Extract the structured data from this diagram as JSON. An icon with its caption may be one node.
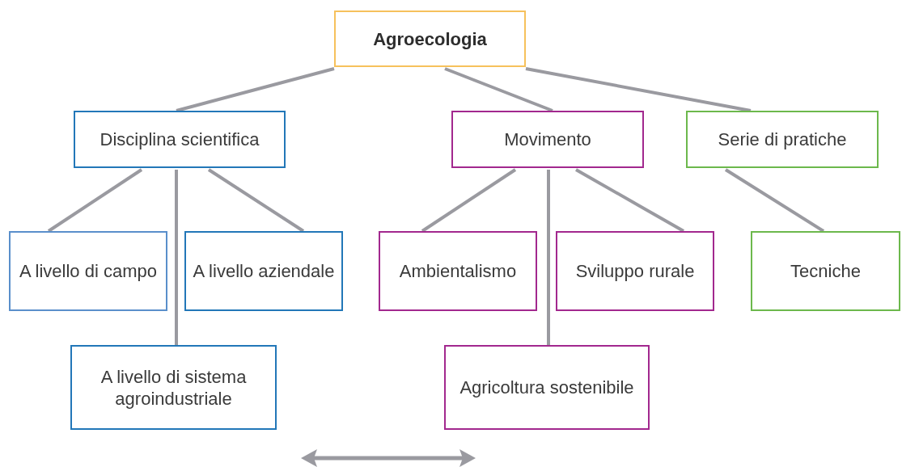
{
  "diagram": {
    "nodes": [
      {
        "text": [
          "Agroecologia"
        ]
      },
      {
        "text": [
          "Disciplina scientifica"
        ]
      },
      {
        "text": [
          "Movimento"
        ]
      },
      {
        "text": [
          "Serie di pratiche"
        ]
      },
      {
        "text": [
          "A livello di campo"
        ]
      },
      {
        "text": [
          "A livello aziendale"
        ]
      },
      {
        "text": [
          "A livello di sistema agroindustriale"
        ]
      },
      {
        "text": [
          "Ambientalismo"
        ]
      },
      {
        "text": [
          "Sviluppo rurale"
        ]
      },
      {
        "text": [
          "Agricoltura sostenibile"
        ]
      },
      {
        "text": [
          "Tecniche"
        ]
      }
    ],
    "edges": [
      {
        "from": 0,
        "to": 1,
        "arrow": "none"
      },
      {
        "from": 0,
        "to": 2,
        "arrow": "none"
      },
      {
        "from": 0,
        "to": 3,
        "arrow": "none"
      },
      {
        "from": 1,
        "to": 4,
        "arrow": "none"
      },
      {
        "from": 1,
        "to": 5,
        "arrow": "none"
      },
      {
        "from": 1,
        "to": 6,
        "arrow": "none"
      },
      {
        "from": 2,
        "to": 7,
        "arrow": "none"
      },
      {
        "from": 2,
        "to": 8,
        "arrow": "none"
      },
      {
        "from": 2,
        "to": 9,
        "arrow": "none"
      },
      {
        "from": 3,
        "to": 10,
        "arrow": "none"
      }
    ]
  }
}
